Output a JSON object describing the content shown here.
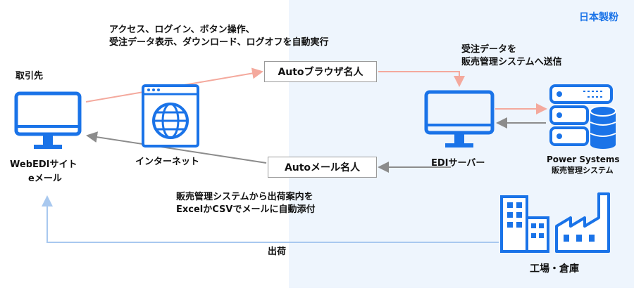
{
  "company": "日本製粉",
  "left": {
    "heading": "取引先",
    "device_line1": "WebEDIサイト",
    "device_line2": "eメール"
  },
  "top_annotation": {
    "line1": "アクセス、ログイン、ボタン操作、",
    "line2": "受注データ表示、ダウンロード、ログオフを自動実行"
  },
  "auto_browser_label": "Autoブラウザ名人",
  "internet_label": "インターネット",
  "auto_mail_label": "Autoメール名人",
  "send_annotation": {
    "line1": "受注データを",
    "line2": "販売管理システムへ送信"
  },
  "edi_server_label": "EDIサーバー",
  "power_systems": {
    "name": "Power Systems",
    "subtitle": "販売管理システム"
  },
  "bottom_annotation": {
    "line1": "販売管理システムから出荷案内を",
    "line2": "ExcelかCSVでメールに自動添付"
  },
  "shipment_label": "出荷",
  "factory_label": "工場・倉庫",
  "colors": {
    "accent_blue": "#1a73e8",
    "panel_bg": "#eef5fd",
    "pink_arrow": "#f4a99d",
    "gray_arrow": "#8c8c8c",
    "light_blue_arrow": "#a8c8ef"
  }
}
